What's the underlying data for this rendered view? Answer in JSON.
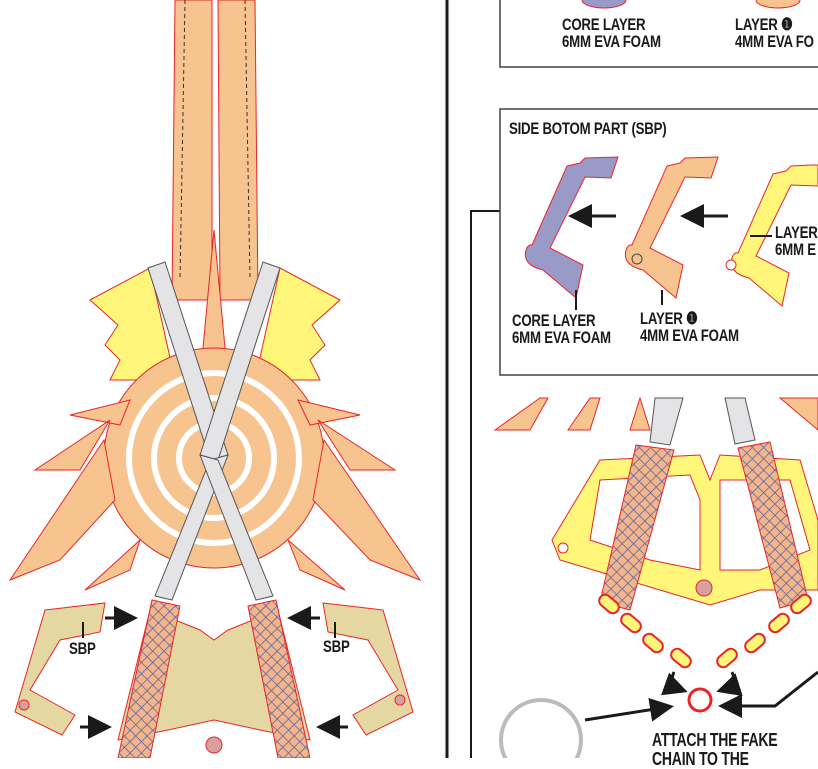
{
  "top_box": {
    "core_label": [
      "CORE LAYER",
      "6MM EVA FOAM"
    ],
    "layer1_label": [
      "LAYER",
      "4MM EVA FO"
    ]
  },
  "sbp_box": {
    "title": "SIDE BOTOM PART (SBP)",
    "core_label": [
      "CORE LAYER",
      "6MM EVA FOAM"
    ],
    "layer1_label": [
      "LAYER",
      "4MM EVA FOAM"
    ],
    "layer2_label": [
      "LAYER",
      "6MM E"
    ]
  },
  "left_panel": {
    "sbp_left": "SBP",
    "sbp_right": "SBP"
  },
  "bottom": {
    "instruction": [
      "ATTACH THE FAKE",
      "CHAIN TO THE"
    ]
  },
  "colors": {
    "core": "#9a9ac8",
    "layer1": "#f7c38e",
    "layer2": "#fff67a",
    "outline": "#e8262a",
    "guard": "#e4d7a1",
    "bar": "#e4e4e6"
  }
}
